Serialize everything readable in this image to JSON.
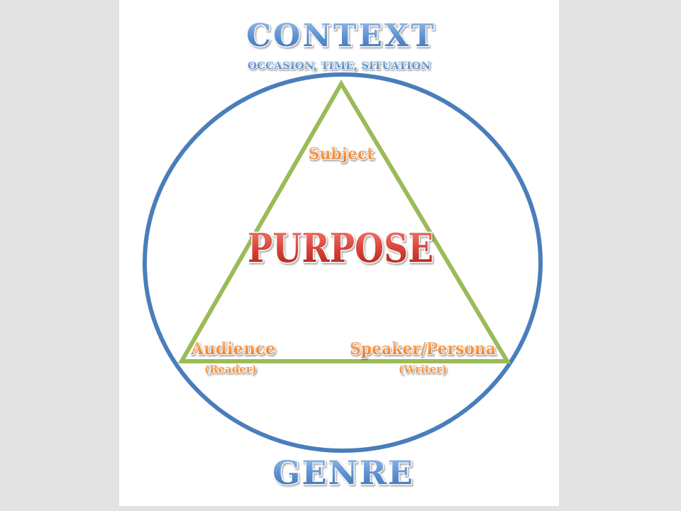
{
  "diagram": {
    "context": {
      "title": "CONTEXT",
      "subtitle": "OCCASION, TIME, SITUATION"
    },
    "center": "PURPOSE",
    "vertices": {
      "top": {
        "label": "Subject"
      },
      "left": {
        "label": "Audience",
        "sublabel": "(Reader)"
      },
      "right": {
        "label": "Speaker/Persona",
        "sublabel": "(Writer)"
      }
    },
    "genre": "GENRE"
  },
  "colors": {
    "circle": "#4a7ebb",
    "triangle": "#9bbb59",
    "header_text": "#4f81bd",
    "vertex_text": "#f79646",
    "purpose_text": "#c0392b"
  }
}
